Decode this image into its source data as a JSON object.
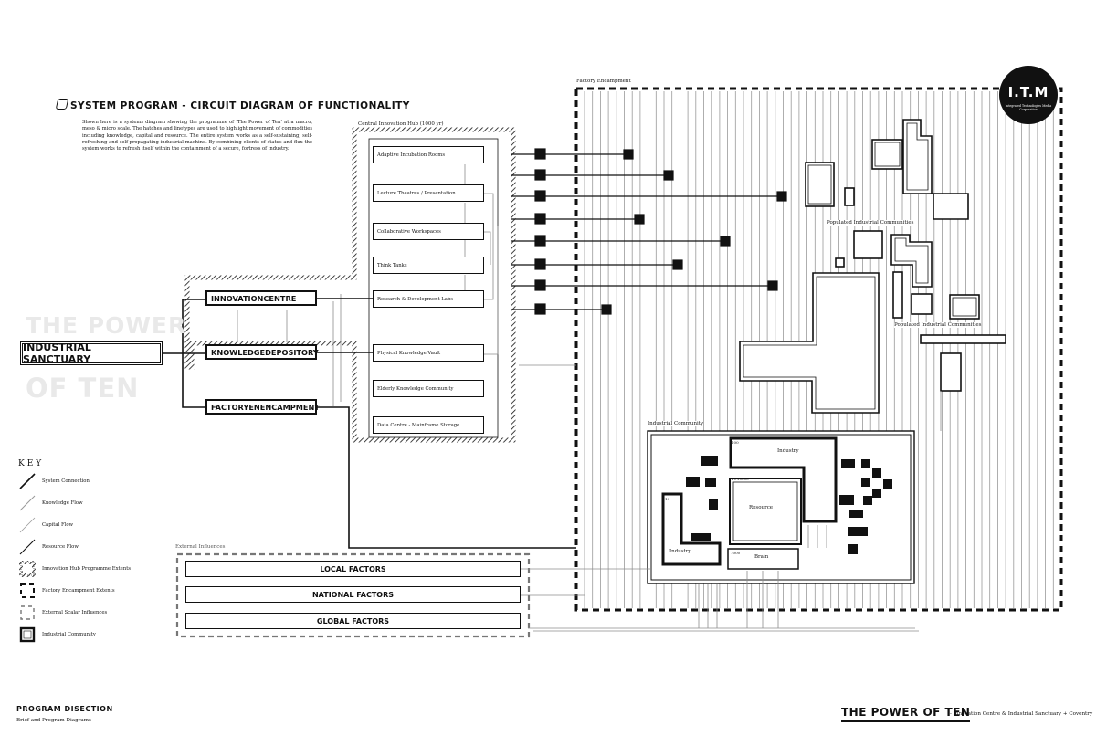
{
  "header": {
    "title": "SYSTEM PROGRAM - CIRCUIT DIAGRAM OF FUNCTIONALITY",
    "description": "Shown here is a systems diagram showing the programme of ‘The Power of Ten’ at a macro, meso & micro scale. The hatches and linetypes are used to highlight movement of commodities including knowledge, capital and resource. The entire system works as a self-sustaining, self-refreshing and self-propagating industrial machine. By combining clients of status and flux the system works to refresh itself within the containment of a secure, fortress of industry."
  },
  "watermark": {
    "line1": "THE POWER",
    "line2": "OF TEN"
  },
  "logo": {
    "text": "I.T.M",
    "subtitle": "Integrated Technologies Media Corporation"
  },
  "main_node": "INDUSTRIAL SANCTUARY",
  "nodes": {
    "innovation": "INNOVATIONCENTRE",
    "knowledge": "KNOWLEDGEDEPOSITORY",
    "factory": "FACTORYENENCAMPMENT"
  },
  "hub": {
    "label": "Central Innovation Hub (1000 yr)",
    "rooms": [
      "Adaptive Incubation Rooms",
      "Lecture Theatres / Presentation",
      "Collaborative Workspaces",
      "Think Tanks",
      "Research & Development Labs"
    ]
  },
  "depository": {
    "rooms": [
      "Physical Knowledge Vault",
      "Elderly Knowledge Community",
      "Data Centre - Mainframe Storage"
    ]
  },
  "factory": {
    "label": "Factory Encampment",
    "populated_1": "Populated Industrial Communities",
    "populated_2": "Populated Industrial Communities"
  },
  "community": {
    "label": "Industrial Community",
    "industry": "Industry",
    "resource": "Resource",
    "brain": "Brain",
    "industry_left": "Industry",
    "tag_100": "100",
    "tag_10000": "1>10000",
    "tag_10": "10",
    "tag_1000": "1000"
  },
  "external": {
    "label": "External Influences",
    "factors": [
      "LOCAL FACTORS",
      "NATIONAL FACTORS",
      "GLOBAL FACTORS"
    ]
  },
  "key": {
    "title": "KEY _",
    "items": [
      "System Connection",
      "Knowledge Flow",
      "Capital Flow",
      "Resource Flow",
      "Innovation Hub Programme Extents",
      "Factory Encampment Extents",
      "External Scalar Influences",
      "Industrial Community"
    ]
  },
  "footer": {
    "left_title": "PROGRAM DISECTION",
    "left_sub": "Brief and Program Diagrams",
    "right_title": "THE POWER OF TEN",
    "right_sub": "- Innovation Centre & Industrial Sanctuary + Coventry"
  }
}
